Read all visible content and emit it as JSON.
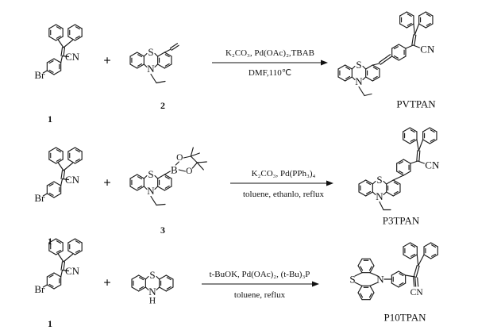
{
  "atoms": {
    "sulfur": "S",
    "nitrogen": "N",
    "hydrogen": "H",
    "bromine": "Br",
    "nitrile": "CN",
    "boron": "B",
    "oxygen": "O"
  },
  "plus": "+",
  "reactions": [
    {
      "reactant_1_number": "1",
      "reactant_2_number": "2",
      "conditions_top": "K₂CO₃, Pd(OAc)₂,TBAB",
      "conditions_bottom": "DMF,110℃",
      "product": "PVTPAN"
    },
    {
      "reactant_1_number": "1",
      "reactant_2_number": "3",
      "conditions_top": "K₂CO₃, Pd(PPh₃)₄",
      "conditions_bottom": "toluene, ethanlo, reflux",
      "product": "P3TPAN"
    },
    {
      "reactant_1_number": "1",
      "reactant_2_number": "",
      "conditions_top": "t-BuOK, Pd(OAc)₂, (t-Bu)₃P",
      "conditions_bottom": "toluene, reflux",
      "product": "P10TPAN"
    }
  ]
}
